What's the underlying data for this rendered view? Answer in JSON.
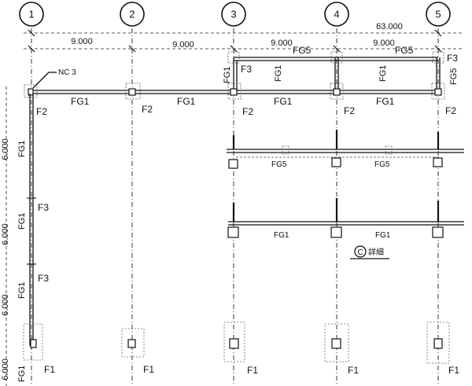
{
  "grid_bubbles": [
    "1",
    "2",
    "3",
    "4",
    "5"
  ],
  "dimensions": {
    "overall": "63.000",
    "bay_1_2": "9.000",
    "bay_2_3": "9.000",
    "bay_3_4": "9.000",
    "bay_4_5": "9.000",
    "left_1": "6.000",
    "left_2": "6.000",
    "left_3": "6.000",
    "left_4": "6.000"
  },
  "labels": {
    "nc3": "NC 3",
    "fg1_a": "FG1",
    "fg1_b": "FG1",
    "fg1_c": "FG1",
    "fg1_d": "FG1",
    "fg5_top_a": "FG5",
    "fg5_top_b": "FG5",
    "fg5_mid_a": "FG5",
    "fg5_mid_b": "FG5",
    "fg1_low_a": "FG1",
    "fg1_low_b": "FG1",
    "fg1_v_a": "FG1",
    "fg1_v_b": "FG1",
    "fg1_v_c": "FG1",
    "fg1_v_d": "FG1",
    "fg1_v_3": "FG1",
    "fg1_v_4": "FG1",
    "fg1_v_45": "FG1",
    "fg5_v_5": "FG5",
    "f2_1": "F2",
    "f2_2": "F2",
    "f2_3": "F2",
    "f2_4": "F2",
    "f2_5": "F2",
    "f3_top3": "F3",
    "f3_top5": "F3",
    "f3_left_a": "F3",
    "f3_left_b": "F3",
    "f1_1": "F1",
    "f1_2": "F1",
    "f1_3": "F1",
    "f1_4": "F1",
    "f1_5": "F1",
    "section_mark": "C",
    "section_text": "詳細"
  }
}
